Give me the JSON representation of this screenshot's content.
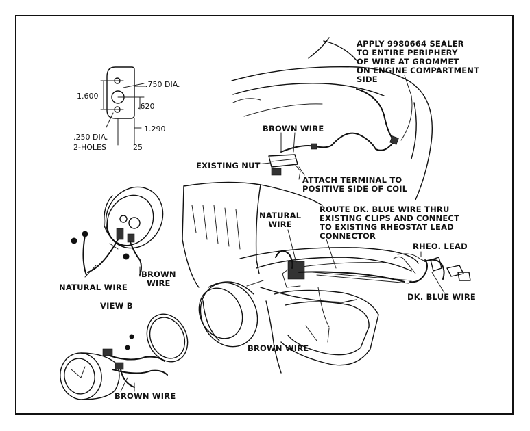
{
  "callouts": {
    "sealer": [
      "APPLY 9980664 SEALER",
      "TO ENTIRE PERIPHERY",
      "OF WIRE AT GROMMET",
      "ON ENGINE COMPARTMENT",
      "SIDE"
    ],
    "brown_wire_top": "BROWN WIRE",
    "existing_nut": "EXISTING NUT",
    "attach_terminal": [
      "ATTACH TERMINAL TO",
      "POSITIVE SIDE OF COIL"
    ],
    "route_blue": [
      "ROUTE DK. BLUE WIRE THRU",
      "EXISTING CLIPS AND CONNECT",
      "TO EXISTING RHEOSTAT LEAD",
      "CONNECTOR"
    ],
    "natural_wire_mid": [
      "NATURAL",
      "WIRE"
    ],
    "rheo_lead": "RHEO. LEAD",
    "dk_blue_wire": "DK. BLUE WIRE",
    "brown_wire_mid": "BROWN WIRE",
    "brown_wire_bottom": "BROWN WIRE",
    "natural_wire_left": "NATURAL WIRE",
    "brown_wire_left": [
      "BROWN",
      "WIRE"
    ],
    "view_b": "VIEW B"
  },
  "dimensions": {
    "dia_750": ".750 DIA.",
    "dim_1600": "1.600",
    "dim_620": ".620",
    "dim_1290": "1.290",
    "dia_250": [
      ".250 DIA.",
      "2-HOLES"
    ],
    "dim_25": "25"
  },
  "colors": {
    "line": "#111111",
    "background": "#ffffff"
  }
}
